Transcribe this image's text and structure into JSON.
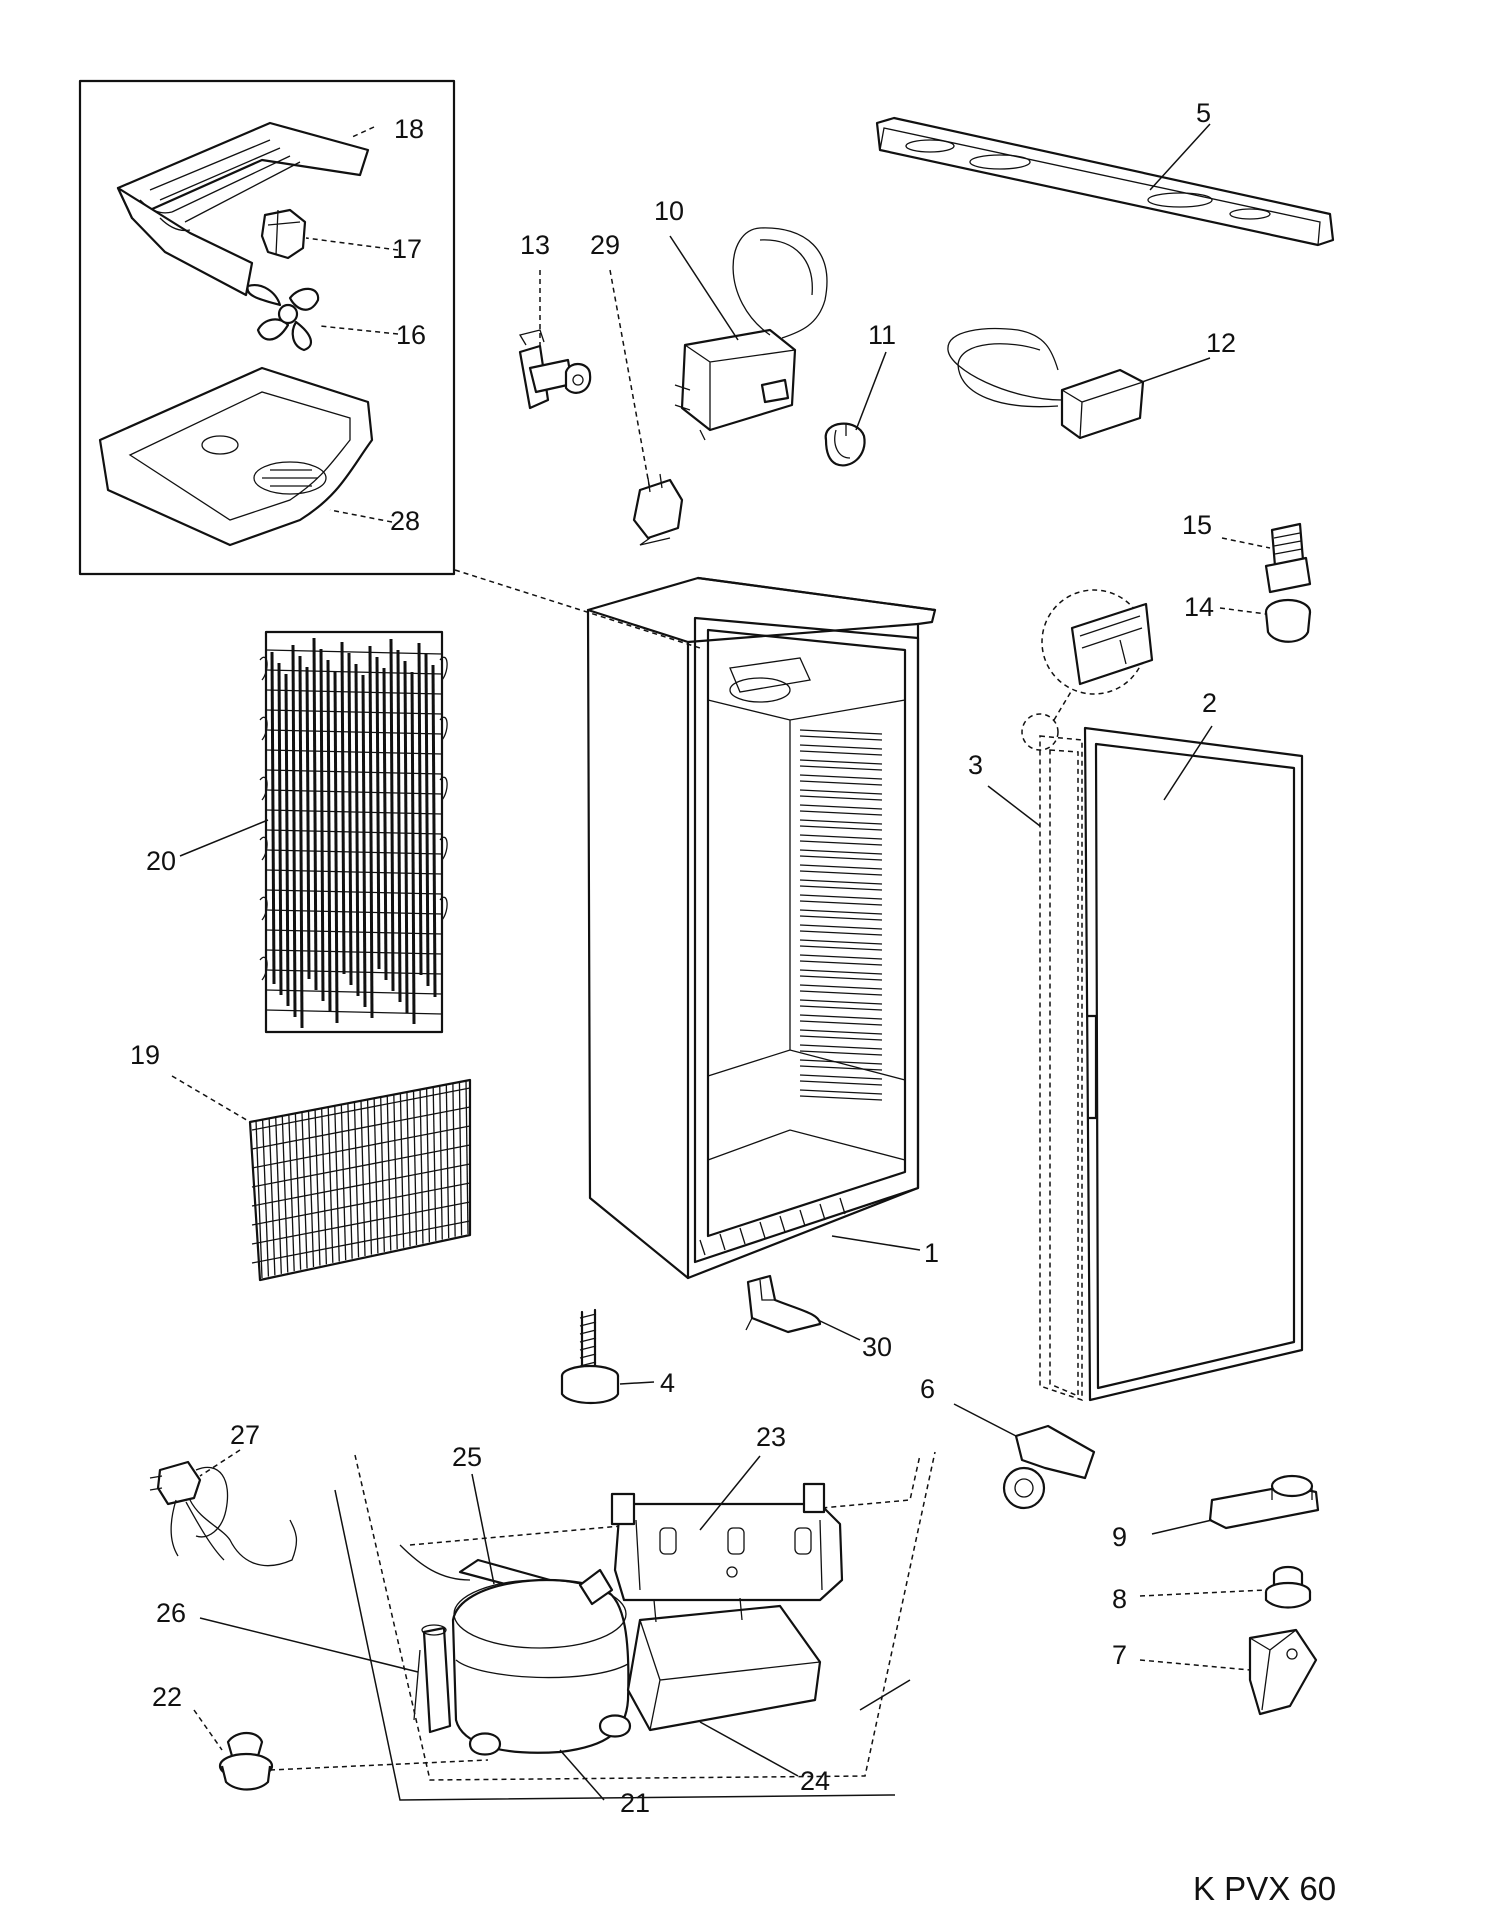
{
  "diagram": {
    "model_code": "K PVX 60",
    "part_numbers": [
      "1",
      "2",
      "3",
      "4",
      "5",
      "6",
      "7",
      "8",
      "9",
      "10",
      "11",
      "12",
      "13",
      "14",
      "15",
      "16",
      "17",
      "18",
      "19",
      "20",
      "21",
      "22",
      "23",
      "24",
      "25",
      "26",
      "27",
      "28",
      "29",
      "30"
    ]
  }
}
